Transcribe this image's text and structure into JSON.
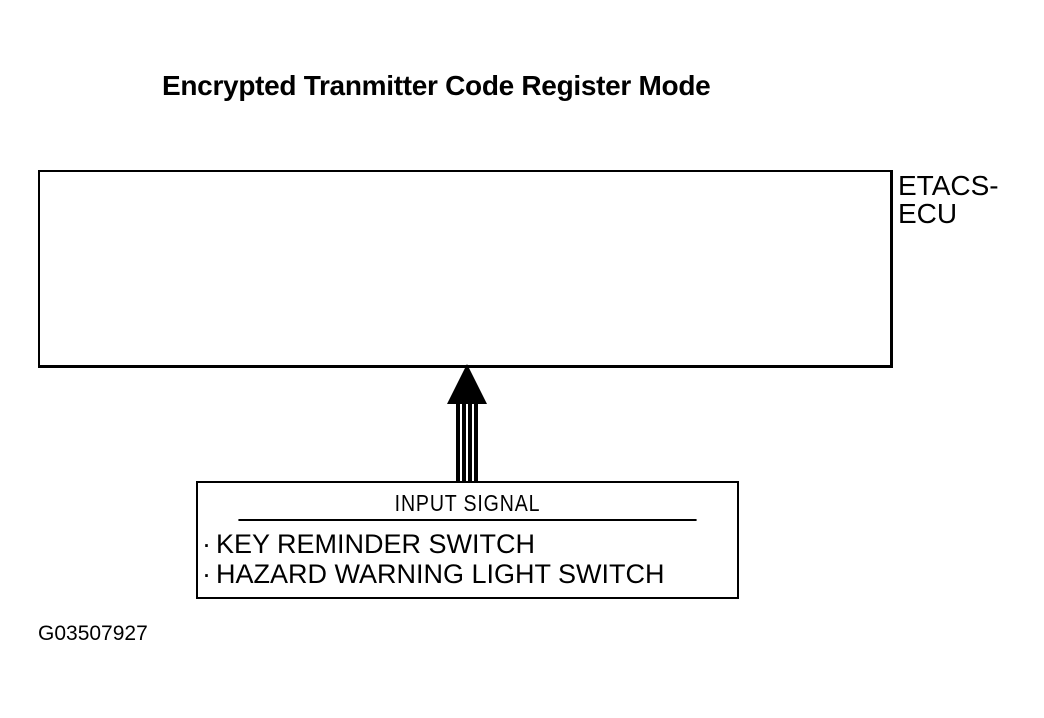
{
  "title": "Encrypted Tranmitter Code Register Mode",
  "ecu": {
    "label_line1": "ETACS-",
    "label_line2": "ECU"
  },
  "input": {
    "header": "INPUT SIGNAL",
    "bullet": "·",
    "items": [
      "KEY REMINDER SWITCH",
      "HAZARD WARNING LIGHT SWITCH"
    ]
  },
  "figure_code": "G03507927"
}
